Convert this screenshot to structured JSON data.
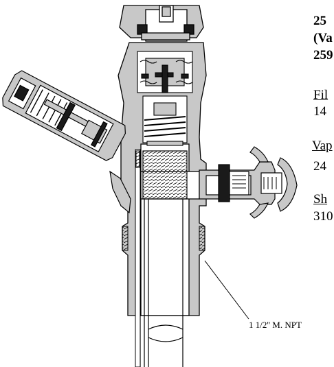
{
  "labels": {
    "title_line1": "25",
    "title_line2": "(Va",
    "title_line3": "259",
    "spec1_label": "Fil",
    "spec1_value": "14",
    "spec2_label": "Vap",
    "spec2_value": "24",
    "spec3_label": "Sh",
    "spec3_value": "310",
    "thread_callout": "1 1/2'' M. NPT"
  },
  "colors": {
    "body_fill": "#c8c8c8",
    "dark_fill": "#1a1a1a",
    "outline": "#000000",
    "background": "#ffffff"
  }
}
